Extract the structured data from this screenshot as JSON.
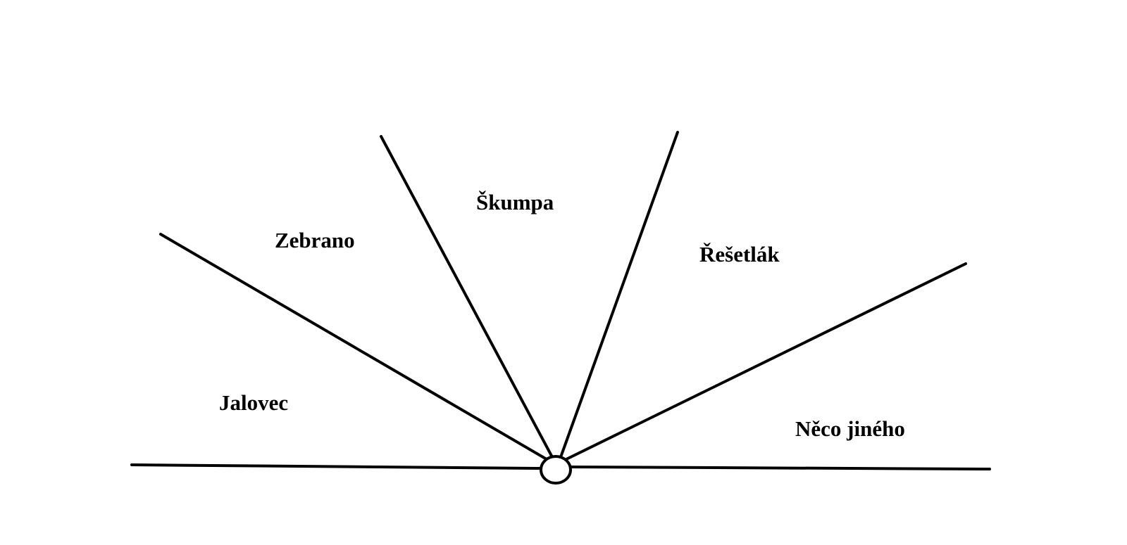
{
  "diagram": {
    "labels": {
      "jalovec": "Jalovec",
      "zebrano": "Zebrano",
      "skumpa": "Škumpa",
      "resetlak": "Řešetlák",
      "neco_jineho": "Něco jiného"
    },
    "colors": {
      "line": "#000000",
      "background": "#ffffff"
    }
  }
}
